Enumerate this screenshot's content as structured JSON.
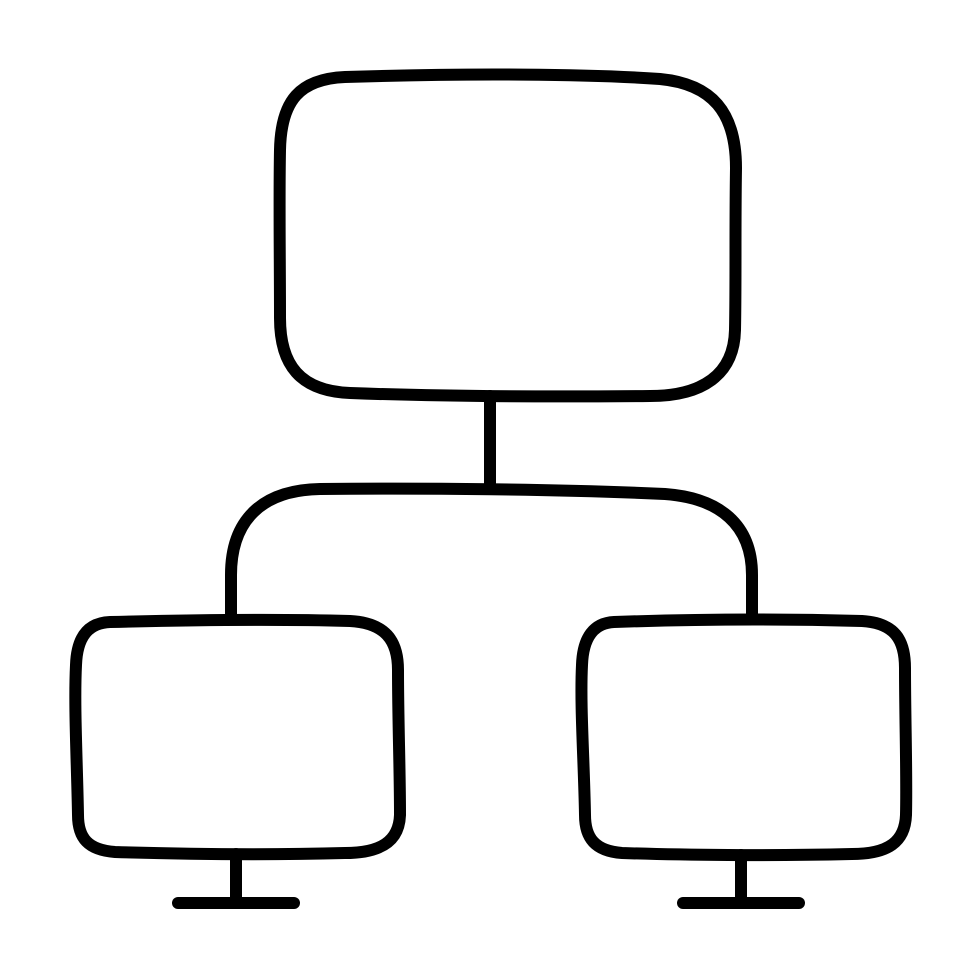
{
  "icon": {
    "name": "network-hierarchy-icon",
    "stroke_color": "#000000",
    "background_color": "#ffffff",
    "nodes": [
      {
        "id": "server",
        "role": "parent"
      },
      {
        "id": "monitor-left",
        "role": "child"
      },
      {
        "id": "monitor-right",
        "role": "child"
      }
    ]
  }
}
